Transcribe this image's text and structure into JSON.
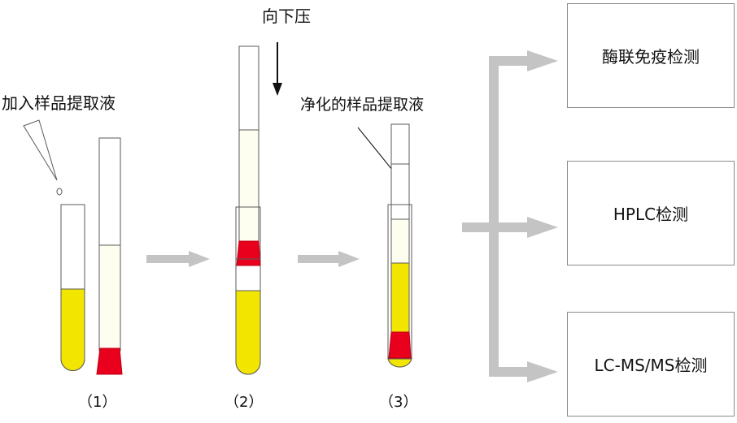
{
  "labels": {
    "add_extract": "加入样品提取液",
    "press_down": "向下压",
    "purified_extract": "净化的样品提取液"
  },
  "steps": [
    "（1）",
    "（2）",
    "（3）"
  ],
  "detections": [
    "酶联免疫检测",
    "HPLC检测",
    "LC-MS/MS检测"
  ],
  "colors": {
    "extract_yellow": "#f2e500",
    "sorbent_red": "#e8001c",
    "column_fill": "#fdfdf0",
    "arrow_gray": "#c4c4c4",
    "outline": "#5a5a5a"
  }
}
